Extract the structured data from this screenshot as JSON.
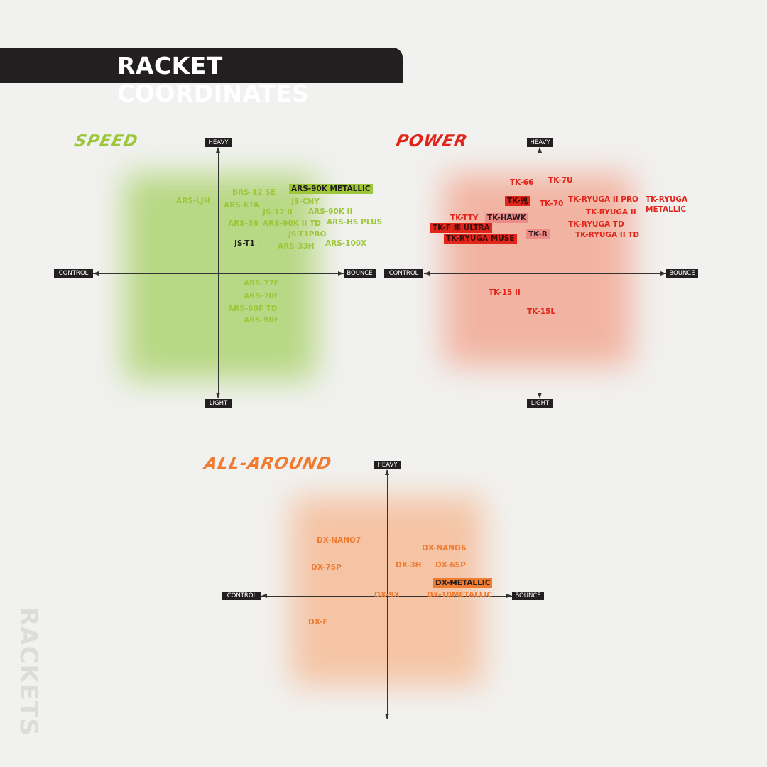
{
  "header": {
    "title": "RACKET COORDINATES"
  },
  "watermark": "RACKETS",
  "axis_labels": {
    "top": "HEAVY",
    "bottom": "LIGHT",
    "left": "CONTROL",
    "right": "BOUNCE"
  },
  "colors": {
    "speed": "#9dc63b",
    "power": "#e1251b",
    "allround": "#f07c32",
    "dark": "#231f20"
  },
  "sections": {
    "speed": {
      "title": "SPEED",
      "items": [
        {
          "text": "ARS-LJH"
        },
        {
          "text": "BRS-12 SE"
        },
        {
          "text": "ARS-90K METALLIC",
          "highlight": "strong"
        },
        {
          "text": "ARS-ETA"
        },
        {
          "text": "JS-CNY"
        },
        {
          "text": "JS-12 II"
        },
        {
          "text": "ARS-90K II"
        },
        {
          "text": "ARS-58"
        },
        {
          "text": "ARS-90K II TD"
        },
        {
          "text": "ARS-HS PLUS"
        },
        {
          "text": "JS-T1PRO"
        },
        {
          "text": "JS-T1",
          "highlight": "light"
        },
        {
          "text": "ARS-33H"
        },
        {
          "text": "ARS-100X"
        },
        {
          "text": "ARS-77F"
        },
        {
          "text": "ARS-70F"
        },
        {
          "text": "ARS-90F TD"
        },
        {
          "text": "ARS-90F"
        }
      ]
    },
    "power": {
      "title": "POWER",
      "items": [
        {
          "text": "TK-66"
        },
        {
          "text": "TK-7U"
        },
        {
          "text": "TK-兇",
          "highlight": "strong"
        },
        {
          "text": "TK-70"
        },
        {
          "text": "TK-RYUGA II PRO"
        },
        {
          "text": "TK-RYUGA"
        },
        {
          "text": "METALLIC"
        },
        {
          "text": "TK-RYUGA II"
        },
        {
          "text": "TK-TTY"
        },
        {
          "text": "TK-HAWK",
          "highlight": "light"
        },
        {
          "text": "TK-F 隼 ULTRA",
          "highlight": "strong"
        },
        {
          "text": "TK-RYUGA TD"
        },
        {
          "text": "TK-RYUGA MUSE",
          "highlight": "strong"
        },
        {
          "text": "TK-R",
          "highlight": "light"
        },
        {
          "text": "TK-RYUGA II TD"
        },
        {
          "text": "TK-15 II"
        },
        {
          "text": "TK-15L"
        }
      ]
    },
    "allround": {
      "title": "ALL-AROUND",
      "items": [
        {
          "text": "DX-NANO7"
        },
        {
          "text": "DX-NANO6"
        },
        {
          "text": "DX-7SP"
        },
        {
          "text": "DX-3H"
        },
        {
          "text": "DX-6SP"
        },
        {
          "text": "DX-METALLIC",
          "highlight": "strong"
        },
        {
          "text": "DX-9X"
        },
        {
          "text": "DX-10METALLIC"
        },
        {
          "text": "DX-F"
        }
      ]
    }
  }
}
